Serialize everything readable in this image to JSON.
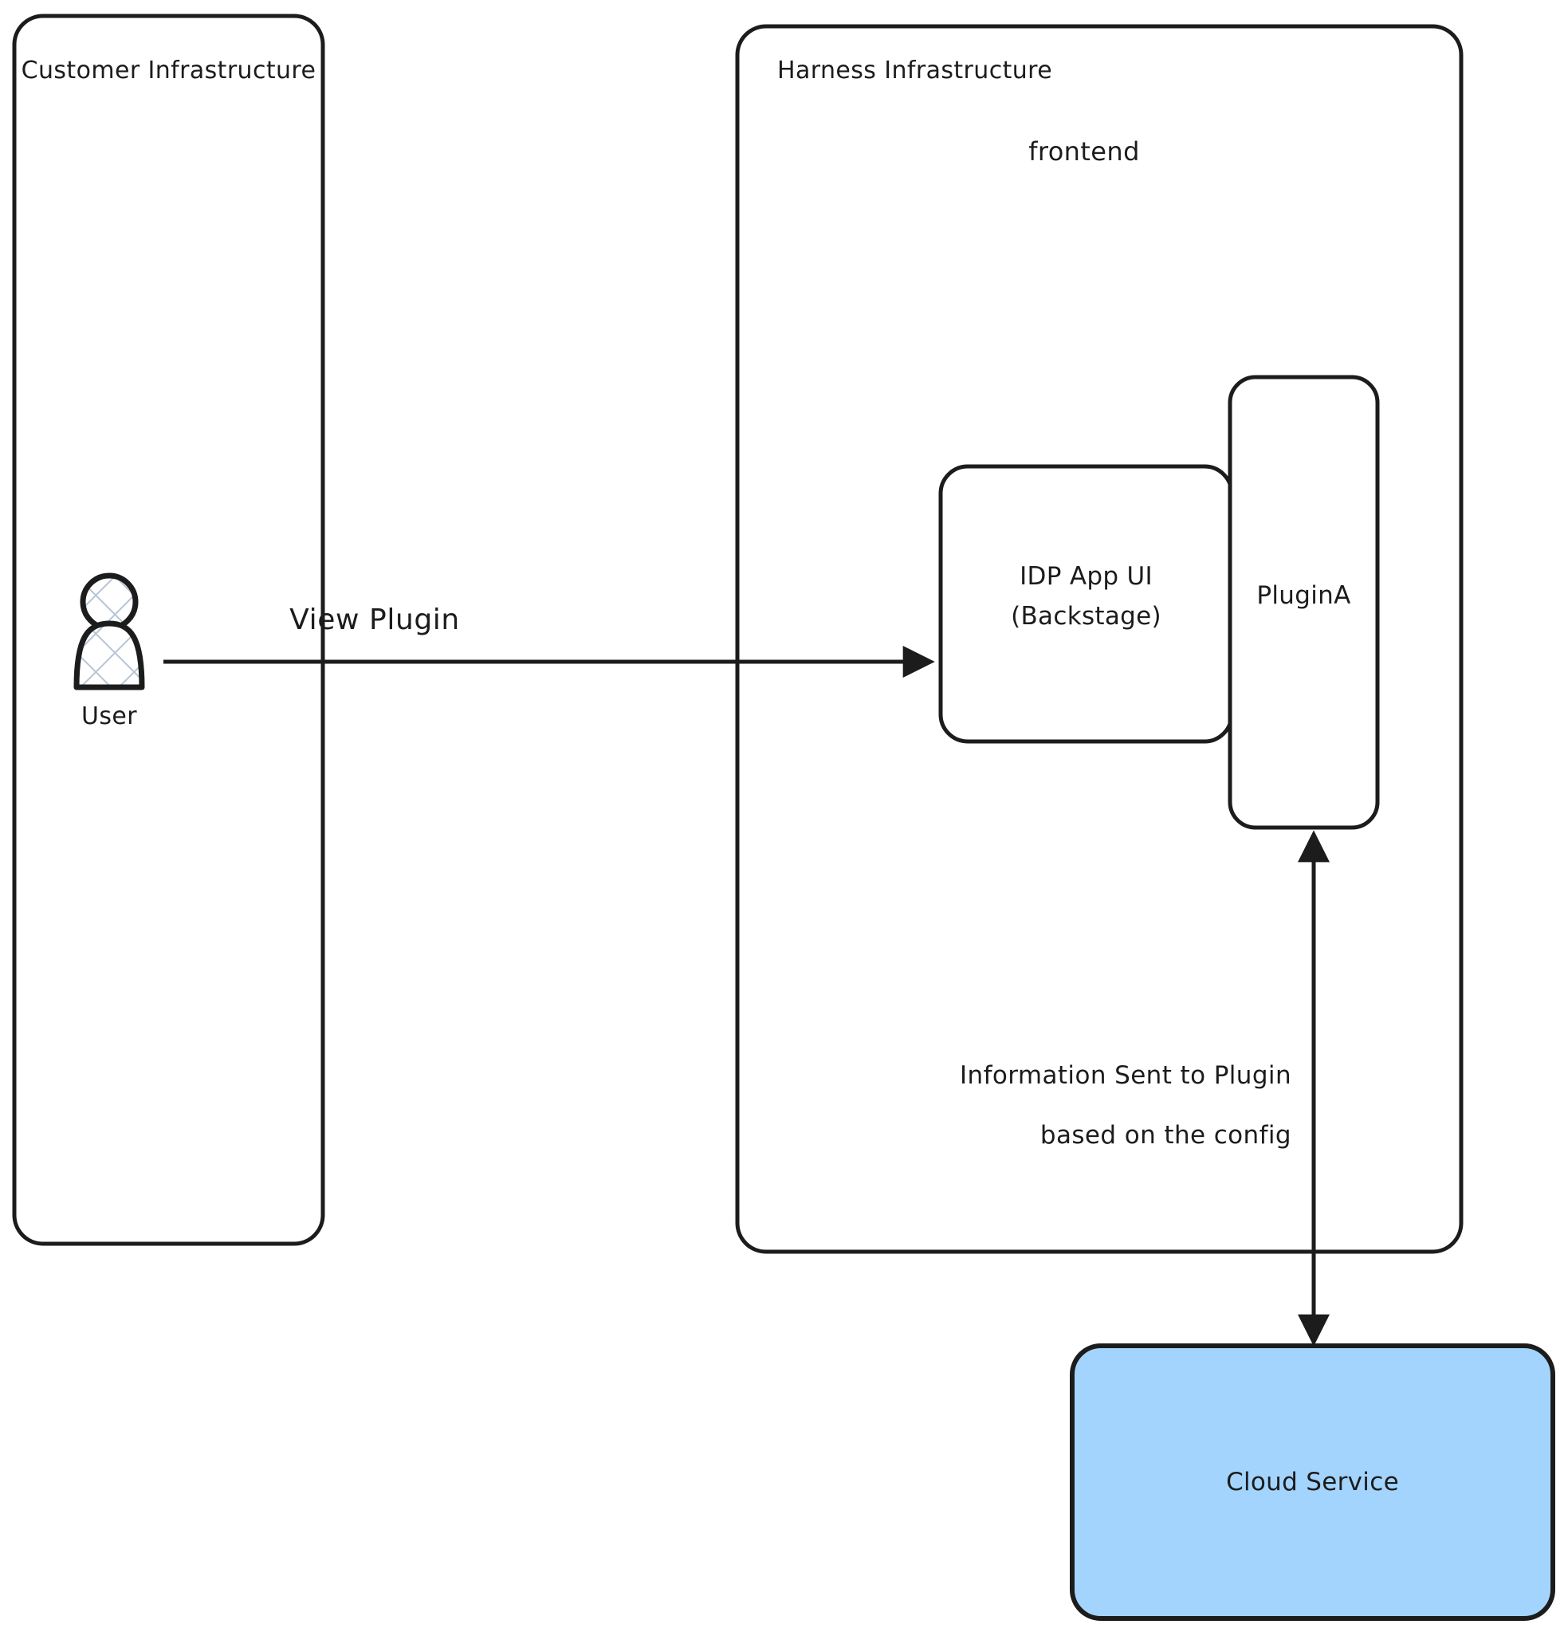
{
  "diagram": {
    "type": "architecture-flow",
    "background_color": "#ffffff",
    "stroke_color": "#1c1c1c",
    "text_color": "#1c1c1c",
    "containers": [
      {
        "id": "customer-infrastructure",
        "title": "Customer Infrastructure",
        "fill": "#ffffff",
        "stroke": "#1c1c1c"
      },
      {
        "id": "harness-infrastructure",
        "title": "Harness Infrastructure",
        "fill": "#ffffff",
        "stroke": "#1c1c1c"
      }
    ],
    "groups": [
      {
        "id": "frontend",
        "title": "frontend"
      }
    ],
    "nodes": [
      {
        "id": "user",
        "label": "User",
        "shape": "actor",
        "fill": "#ffffff",
        "hatch_color": "#b7c5d6"
      },
      {
        "id": "idp-app-ui",
        "label": "IDP App UI\n(Backstage)",
        "label_line1": "IDP App UI",
        "label_line2": "(Backstage)",
        "shape": "rounded-rect",
        "fill": "#ffffff",
        "stroke": "#1c1c1c"
      },
      {
        "id": "plugin-a",
        "label": "PluginA",
        "shape": "rounded-rect",
        "fill": "#ffffff",
        "stroke": "#1c1c1c"
      },
      {
        "id": "cloud-service",
        "label": "Cloud Service",
        "shape": "rounded-rect",
        "fill": "#a3d4fd",
        "stroke": "#1c1c1c"
      }
    ],
    "edges": [
      {
        "id": "view-plugin",
        "from": "user",
        "to": "idp-app-ui",
        "label": "View Plugin",
        "direction": "forward",
        "style": "solid"
      },
      {
        "id": "plugin-cloud",
        "from": "plugin-a",
        "to": "cloud-service",
        "label_line1": "Information Sent to Plugin",
        "label_line2": "based on the config",
        "direction": "bidirectional",
        "style": "solid"
      }
    ]
  }
}
